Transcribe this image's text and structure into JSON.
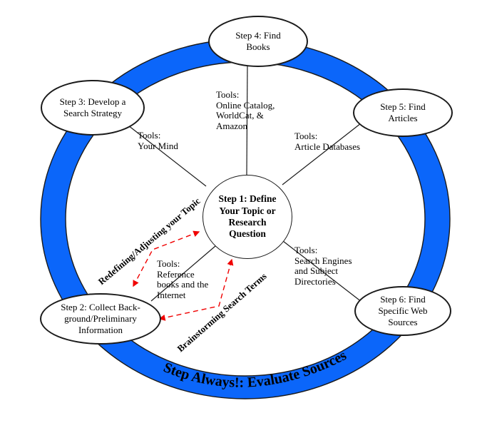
{
  "diagram": {
    "title_hint": "Research process cycle diagram",
    "center": {
      "label": "Step 1:  Define\nYour Topic or\nResearch\nQuestion"
    },
    "nodes": {
      "step2": {
        "label": "Step 2: Collect Back-\nground/Preliminary\nInformation"
      },
      "step3": {
        "label": "Step 3: Develop a\nSearch Strategy"
      },
      "step4": {
        "label": "Step 4: Find\nBooks"
      },
      "step5": {
        "label": "Step 5: Find\nArticles"
      },
      "step6": {
        "label": "Step 6: Find\nSpecific Web\nSources"
      }
    },
    "tools": {
      "mind": {
        "label": "Tools:\nYour Mind"
      },
      "catalog": {
        "label": "Tools:\nOnline Catalog,\nWorldCat, &\nAmazon"
      },
      "articles": {
        "label": "Tools:\nArticle Databases"
      },
      "web": {
        "label": "Tools:\nSearch Engines\nand Subject\nDirectories"
      },
      "reference": {
        "label": "Tools:\nReference\nbooks and the\nInternet"
      }
    },
    "annotations": {
      "redefining": "Redefining/Adjusting your Topic",
      "brainstorming": "Brainstorming Search Terms",
      "evaluate": "Step Always!:  Evaluate Sources"
    },
    "colors": {
      "ring_blue": "#0b66fa",
      "arrow_red": "#f00000",
      "outline_black": "#1a1a1a"
    }
  }
}
